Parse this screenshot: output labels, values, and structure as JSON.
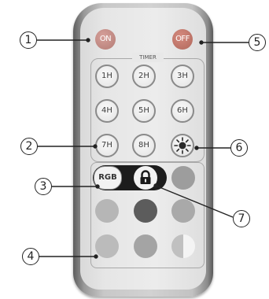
{
  "remote": {
    "on_label": "ON",
    "off_label": "OFF",
    "timer_label": "TIMER",
    "timer_buttons": [
      "1H",
      "2H",
      "3H",
      "4H",
      "5H",
      "6H",
      "7H",
      "8H"
    ],
    "brightness_icon": "sun-icon",
    "rgb_label": "RGB",
    "lock_icon": "lock-icon"
  },
  "colors": {
    "on_button": "#c48d86",
    "off_button": "#c3796d",
    "swatches": [
      "#9d9d9d",
      "#b6b6b6",
      "#5c5c5c",
      "#a9a9a9",
      "#bbbbbb",
      "#a4a4a4",
      "#c0c0c0"
    ]
  },
  "callouts": [
    "1",
    "2",
    "3",
    "4",
    "5",
    "6",
    "7"
  ]
}
